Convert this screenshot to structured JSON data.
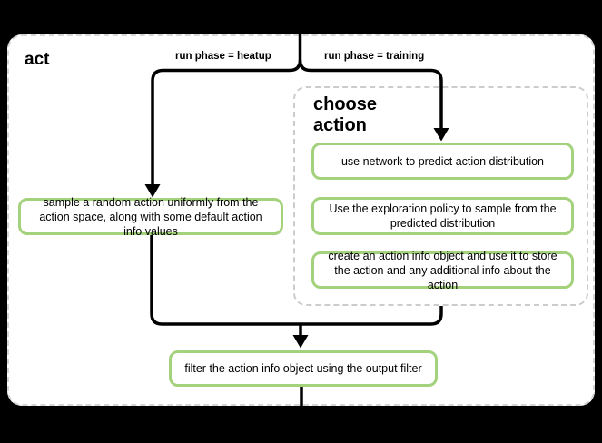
{
  "colors": {
    "background": "#000000",
    "canvas": "#ffffff",
    "node_border": "#a3d17c",
    "node_fill": "#ffffff",
    "flow_line": "#000000",
    "group_dashed_border": "#cccccc"
  },
  "diagram": {
    "title": "act",
    "edges": {
      "heatup_label": "run phase = heatup",
      "training_label": "run phase = training"
    },
    "group": {
      "title": "choose action"
    },
    "nodes": {
      "sample_random": "sample a random action uniformly from the action space, along with some default action info values",
      "predict_distribution": "use network to predict action distribution",
      "exploration_policy": "Use the exploration policy to sample from the predicted distribution",
      "action_info_object": "create an action info object and use it to store the action and any additional info about the action",
      "output_filter": "filter the action info object using the output filter"
    }
  }
}
